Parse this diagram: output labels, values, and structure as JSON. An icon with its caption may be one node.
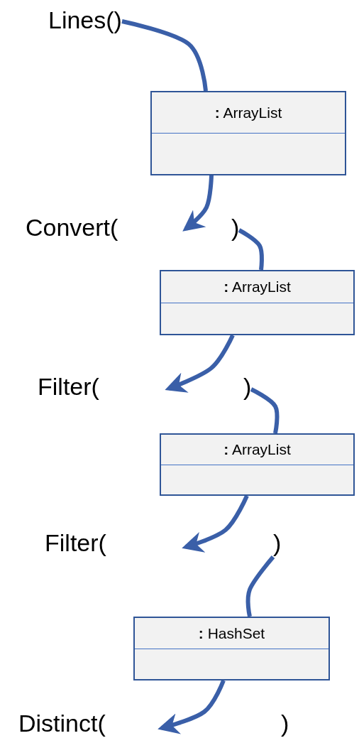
{
  "diagram": {
    "nodes": [
      {
        "text": [
          "Lines()"
        ]
      },
      {
        "text": [
          "**:** ArrayList"
        ]
      },
      {
        "text": [
          "Convert("
        ]
      },
      {
        "text": [
          ")"
        ]
      },
      {
        "text": [
          "**:** ArrayList"
        ]
      },
      {
        "text": [
          "Filter("
        ]
      },
      {
        "text": [
          ")"
        ]
      },
      {
        "text": [
          "**:** ArrayList"
        ]
      },
      {
        "text": [
          "Filter("
        ]
      },
      {
        "text": [
          ")"
        ]
      },
      {
        "text": [
          "**:** HashSet"
        ]
      },
      {
        "text": [
          "Distinct("
        ]
      },
      {
        "text": [
          ")"
        ]
      }
    ],
    "edges": [
      {
        "from": 0,
        "to": 1,
        "arrow": "none"
      },
      {
        "from": 1,
        "to": null,
        "arrow": "to"
      },
      {
        "from": 3,
        "to": 4,
        "arrow": "none"
      },
      {
        "from": 4,
        "to": null,
        "arrow": "to"
      },
      {
        "from": 6,
        "to": 7,
        "arrow": "none"
      },
      {
        "from": 7,
        "to": null,
        "arrow": "to"
      },
      {
        "from": 9,
        "to": 10,
        "arrow": "none"
      },
      {
        "from": 10,
        "to": null,
        "arrow": "to"
      }
    ]
  }
}
